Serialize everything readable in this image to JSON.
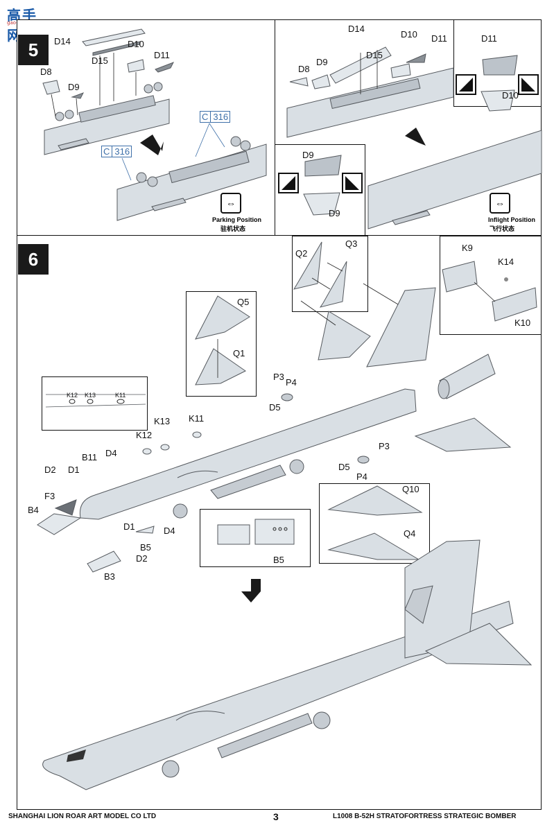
{
  "watermark": {
    "site_name": "高手网",
    "url": "gao-shou.com"
  },
  "step5": {
    "number": "5",
    "left_labels": [
      "D14",
      "D10",
      "D11",
      "D15",
      "D8",
      "D9"
    ],
    "c316_labels": [
      {
        "prefix": "C",
        "num": "316"
      },
      {
        "prefix": "C",
        "num": "316"
      }
    ],
    "parking": {
      "title": "Parking Position",
      "subtitle": "驻机状态"
    },
    "right_labels": [
      "D14",
      "D10",
      "D11",
      "D15",
      "D8",
      "D9"
    ],
    "inset_top_labels": [
      "D11",
      "D10"
    ],
    "inset_mid_labels": [
      "D9",
      "D9"
    ],
    "inflight": {
      "title": "Inflight Position",
      "subtitle": "飞行状态"
    }
  },
  "step6": {
    "number": "6",
    "labels": {
      "q2": "Q2",
      "q3": "Q3",
      "q5": "Q5",
      "q1": "Q1",
      "k9": "K9",
      "k14": "K14",
      "k10": "K10",
      "k12_inset": "K12",
      "k13_inset": "K13",
      "k11_inset": "K11",
      "k12": "K12",
      "k13": "K13",
      "k11": "K11",
      "p3a": "P3",
      "p4a": "P4",
      "d5a": "D5",
      "b11": "B11",
      "d4a": "D4",
      "d2a": "D2",
      "d1a": "D1",
      "f3": "F3",
      "b4": "B4",
      "d1b": "D1",
      "d4b": "D4",
      "b5a": "B5",
      "d2b": "D2",
      "b3": "B3",
      "b5_inset": "B5",
      "d5b": "D5",
      "p3b": "P3",
      "p4b": "P4",
      "q10": "Q10",
      "q4": "Q4"
    }
  },
  "footer": {
    "company": "SHANGHAI LION ROAR ART MODEL CO LTD",
    "page": "3",
    "product": "L1008  B-52H  STRATOFORTRESS STRATEGIC BOMBER"
  },
  "colors": {
    "part_fill": "#d9dfe4",
    "part_stroke": "#55595e",
    "callout_blue": "#3d6fa8",
    "ink": "#111111"
  }
}
